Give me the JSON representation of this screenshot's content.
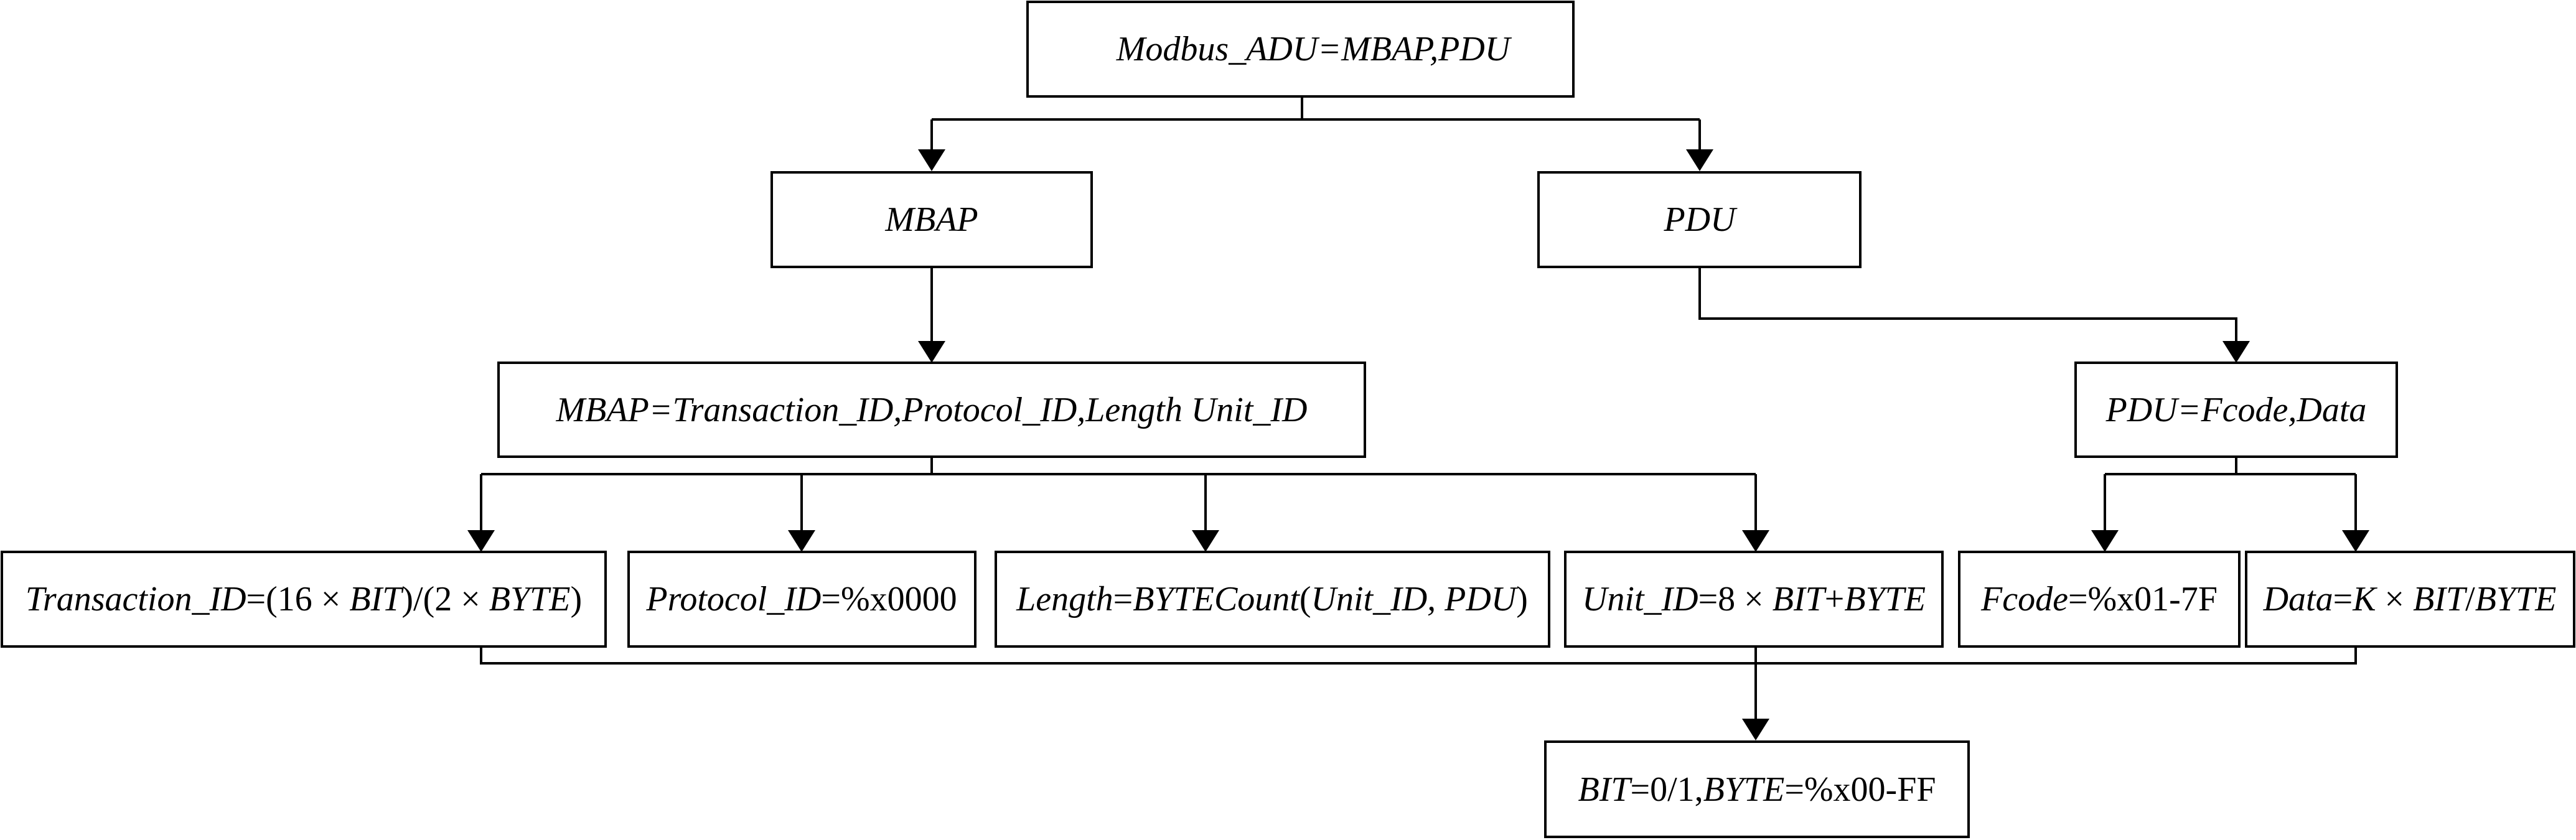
{
  "nodes": {
    "adu": {
      "parts": [
        [
          "Modbus_ADU=MBAP,PDU",
          "i"
        ]
      ]
    },
    "mbap": {
      "parts": [
        [
          "MBAP",
          "i"
        ]
      ]
    },
    "pdu": {
      "parts": [
        [
          "PDU",
          "i"
        ]
      ]
    },
    "mbap_def": {
      "parts": [
        [
          "MBAP=Transaction_ID,Protocol_ID,Length Unit_ID",
          "i"
        ]
      ]
    },
    "pdu_def": {
      "parts": [
        [
          "PDU=Fcode,Data",
          "i"
        ]
      ]
    },
    "transaction_id": {
      "parts": [
        [
          "Transaction_ID",
          "i"
        ],
        [
          "=(16 × ",
          "n"
        ],
        [
          "BIT",
          "i"
        ],
        [
          ")/(2 × ",
          "n"
        ],
        [
          "BYTE",
          "i"
        ],
        [
          ")",
          "n"
        ]
      ]
    },
    "protocol_id": {
      "parts": [
        [
          "Protocol_ID",
          "i"
        ],
        [
          "=%x0000",
          "n"
        ]
      ]
    },
    "length": {
      "parts": [
        [
          "Length",
          "i"
        ],
        [
          "=",
          "n"
        ],
        [
          "BYTECount",
          "i"
        ],
        [
          "(",
          "n"
        ],
        [
          "Unit_ID, PDU",
          "i"
        ],
        [
          ")",
          "n"
        ]
      ]
    },
    "unit_id": {
      "parts": [
        [
          "Unit_ID",
          "i"
        ],
        [
          "=8 × ",
          "n"
        ],
        [
          "BIT",
          "i"
        ],
        [
          "+",
          "n"
        ],
        [
          "BYTE",
          "i"
        ]
      ]
    },
    "fcode": {
      "parts": [
        [
          "Fcode",
          "i"
        ],
        [
          "=%x01-7F",
          "n"
        ]
      ]
    },
    "data": {
      "parts": [
        [
          "Data",
          "i"
        ],
        [
          "=",
          "n"
        ],
        [
          "K",
          "i"
        ],
        [
          " × ",
          "n"
        ],
        [
          "BIT",
          "i"
        ],
        [
          "/",
          "n"
        ],
        [
          "BYTE",
          "i"
        ]
      ]
    },
    "bit_byte": {
      "parts": [
        [
          "BIT",
          "i"
        ],
        [
          "=0/1,",
          "n"
        ],
        [
          "BYTE",
          "i"
        ],
        [
          "=%x00-FF",
          "n"
        ]
      ]
    }
  }
}
